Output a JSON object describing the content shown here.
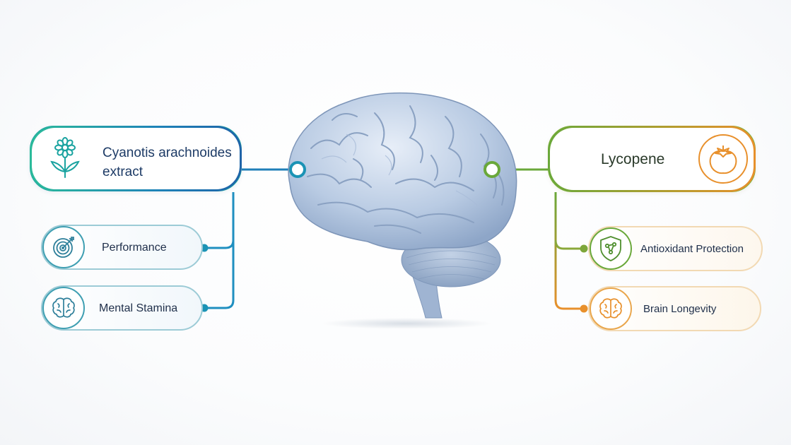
{
  "left": {
    "main": {
      "label": "Cyanotis arachnoides extract",
      "icon": "flower-icon",
      "color": "#1aa3a0"
    },
    "items": [
      {
        "label": "Performance",
        "icon": "target-icon"
      },
      {
        "label": "Mental Stamina",
        "icon": "brain-icon"
      }
    ],
    "line_color": "#1f8fc0"
  },
  "right": {
    "main": {
      "label": "Lycopene",
      "icon": "tomato-icon",
      "color": "#7db03a"
    },
    "items": [
      {
        "label": "Antioxidant Protection",
        "icon": "shield-molecule-icon"
      },
      {
        "label": "Brain Longevity",
        "icon": "brain-icon"
      }
    ],
    "line_color": "#e8902c"
  },
  "center": {
    "image": "brain-illustration"
  }
}
